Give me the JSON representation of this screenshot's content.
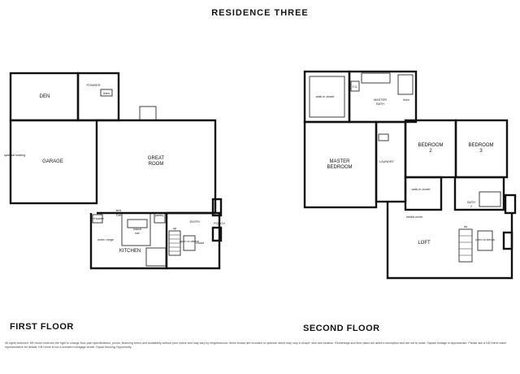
{
  "title": "RESIDENCE THREE",
  "floors": {
    "first": {
      "label": "FIRST FLOOR",
      "rooms": {
        "den": "DEN",
        "powder": "POWDER",
        "linen": "linen",
        "garage": "GARAGE",
        "great_room_1": "GREAT",
        "great_room_2": "ROOM",
        "kitchen": "KITCHEN",
        "entry": "ENTRY",
        "porch": "PORCH",
        "pantry": "pantry",
        "sink": "sink",
        "oven_range": "oven/ range",
        "island": "island",
        "bar": "bar",
        "ref": "ref space",
        "dw": "DW",
        "open_to_above": "open to above",
        "closet": "closet",
        "up": "up",
        "optional_seating": "optional seating"
      }
    },
    "second": {
      "label": "SECOND FLOOR",
      "rooms": {
        "walk_in_closet": "walk-in closet",
        "fg": "F.G.",
        "master_bath_1": "MASTER",
        "master_bath_2": "BATH",
        "linen": "linen",
        "master_bedroom_1": "MASTER",
        "master_bedroom_2": "BEDROOM",
        "laundry": "LAUNDRY",
        "bedroom2_1": "BEDROOM",
        "bedroom2_2": "2",
        "bedroom3_1": "BEDROOM",
        "bedroom3_2": "3",
        "bath_1": "BATH",
        "bath_2": "2",
        "walk_in_closet_2": "walk-in closet",
        "loft": "LOFT",
        "media_niche": "media niche",
        "open_to_below": "open to below",
        "down": "dn"
      }
    }
  },
  "disclaimer": "All rights reserved. KB Home reserves the right to change floor plan specifications, prices, financing terms and availability without prior notice and may vary by neighborhood. Items shown are included or optional; items may vary in shape, size and location. Renderings and floor plans are artist's conception and are not to scale. Square footage is approximate. Please see a KB Home sales representative for details. KB Home is not a licensed mortgage lender. Equal Housing Opportunity."
}
